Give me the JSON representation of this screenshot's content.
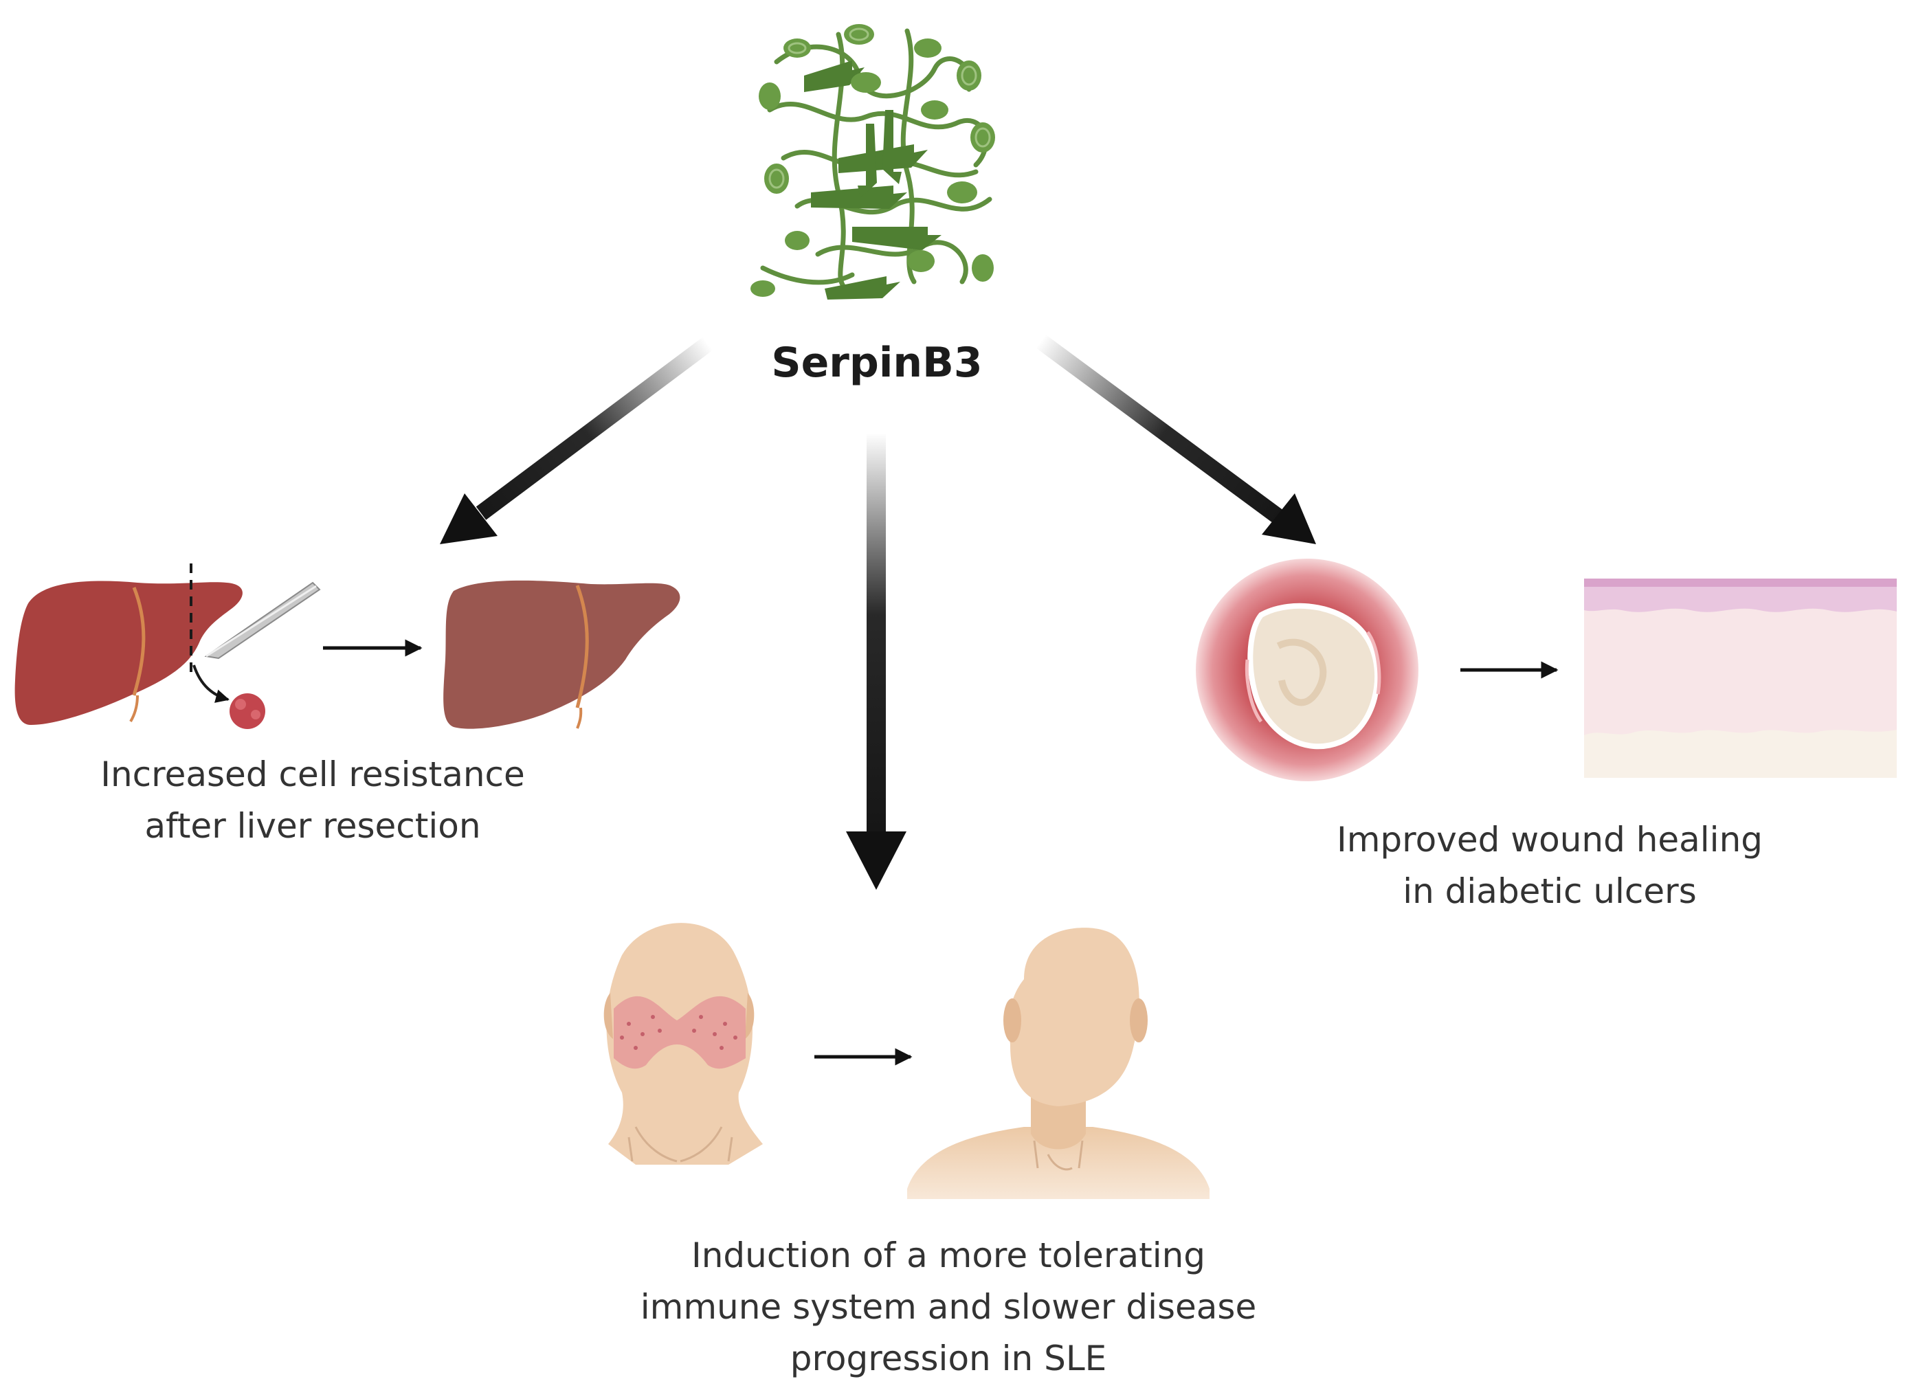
{
  "title": "SerpinB3",
  "effects": {
    "liver": "Increased cell resistance\nafter liver resection",
    "sle": "Induction of a more tolerating\nimmune system and slower disease\nprogression in SLE",
    "wound": "Improved wound healing\nin diabetic ulcers"
  },
  "icons": {
    "protein": "protein-ribbon-structure",
    "liver_before": "liver-resection-icon",
    "liver_after": "regenerated-liver-icon",
    "face_sle": "face-with-malar-rash-icon",
    "face_healthy": "healthy-head-icon",
    "ulcer": "diabetic-ulcer-icon",
    "skin": "healthy-skin-layers-icon"
  },
  "colors": {
    "protein": "#5f8f3e",
    "liver_damaged": "#a9413f",
    "liver_healthy": "#9a5750",
    "skin_tone": "#efcfb0",
    "rash": "#e59a9a",
    "ulcer_ring": "#d1676b",
    "arrow": "#111111"
  }
}
